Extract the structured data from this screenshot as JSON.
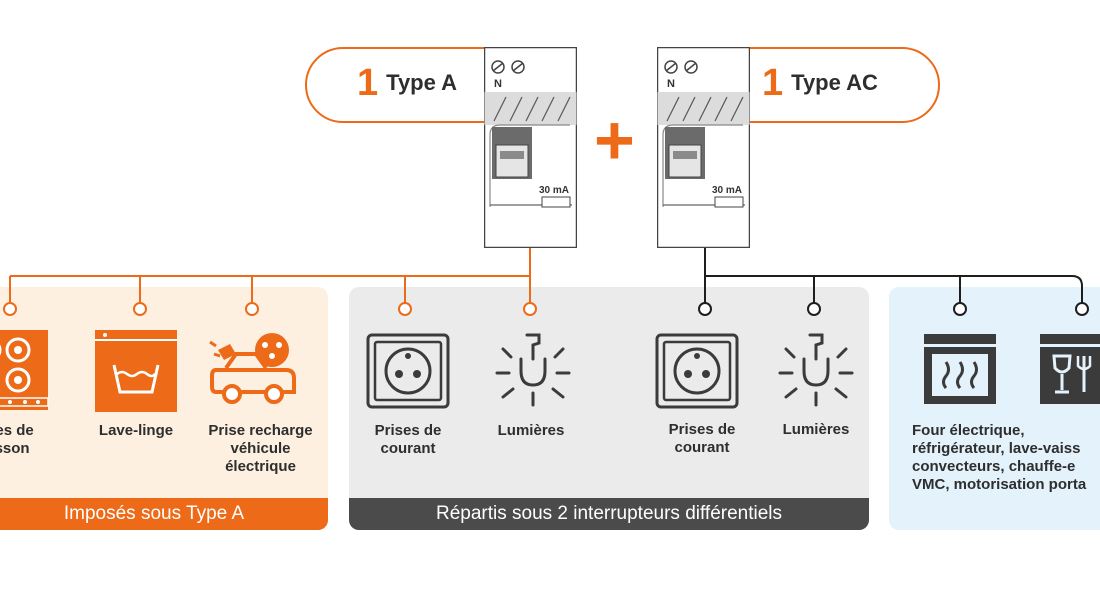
{
  "header": {
    "breaker_a": {
      "number": "1",
      "label": "Type A",
      "rating": "30 mA",
      "terminal": "N"
    },
    "breaker_ac": {
      "number": "1",
      "label": "Type AC",
      "rating": "30 mA",
      "terminal": "N"
    },
    "plus_symbol": "+"
  },
  "groups": {
    "type_a": {
      "banner": "Imposés sous Type A",
      "items": [
        {
          "icon": "cooktop-icon",
          "caption": "ues de\nisson"
        },
        {
          "icon": "washing-machine-icon",
          "caption": "Lave-linge"
        },
        {
          "icon": "ev-charger-icon",
          "caption": "Prise recharge\nvéhicule\nélectrique"
        }
      ]
    },
    "split": {
      "banner": "Répartis sous 2 interrupteurs différentiels",
      "items": [
        {
          "icon": "socket-icon",
          "caption": "Prises de\ncourant"
        },
        {
          "icon": "light-bulb-icon",
          "caption": "Lumières"
        },
        {
          "icon": "socket-icon",
          "caption": "Prises de\ncourant"
        },
        {
          "icon": "light-bulb-icon",
          "caption": "Lumières"
        }
      ]
    },
    "type_ac": {
      "caption": "Four électrique,\nréfrigérateur, lave-vaiss\nconvecteurs, chauffe-e\nVMC, motorisation porta",
      "icons": [
        "oven-icon",
        "dishwasher-icon"
      ]
    }
  },
  "colors": {
    "accent": "#ec6a18",
    "dark": "#1e1e1e",
    "gray_panel": "#ebebeb",
    "blue_panel": "#e4f2fb",
    "orange_panel": "#fdf0e1"
  }
}
